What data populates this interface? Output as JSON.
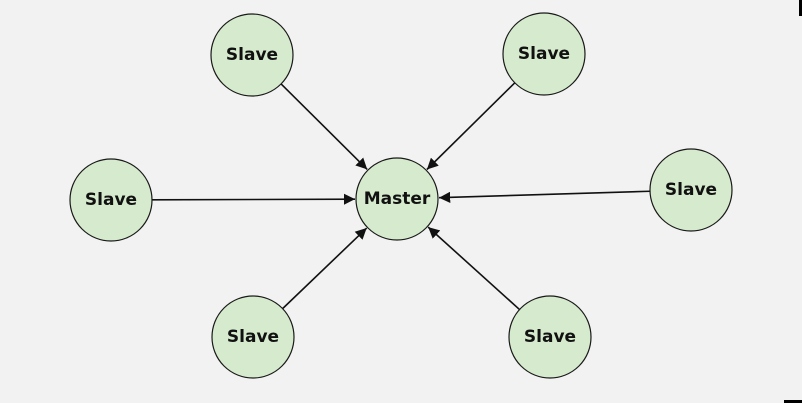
{
  "diagram": {
    "master": {
      "label": "Master"
    },
    "slaves": [
      {
        "label": "Slave"
      },
      {
        "label": "Slave"
      },
      {
        "label": "Slave"
      },
      {
        "label": "Slave"
      },
      {
        "label": "Slave"
      },
      {
        "label": "Slave"
      }
    ],
    "edges": [
      {
        "from": "slave-0",
        "to": "master"
      },
      {
        "from": "slave-1",
        "to": "master"
      },
      {
        "from": "slave-2",
        "to": "master"
      },
      {
        "from": "slave-3",
        "to": "master"
      },
      {
        "from": "slave-4",
        "to": "master"
      },
      {
        "from": "slave-5",
        "to": "master"
      }
    ],
    "node_fill": "#d6ebcd",
    "background": "#f2f2f2"
  }
}
